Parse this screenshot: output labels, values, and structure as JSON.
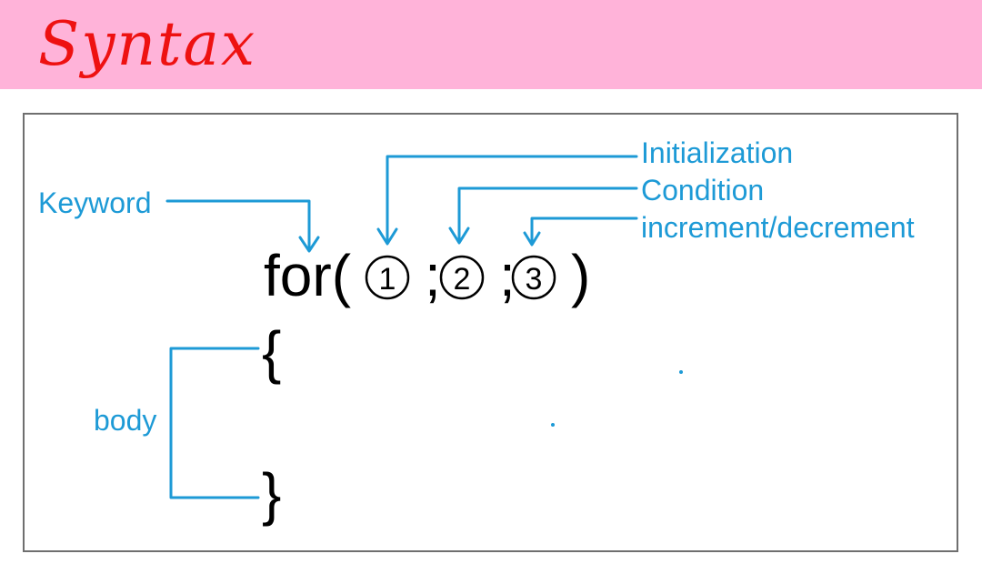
{
  "header": {
    "title": "Syntax"
  },
  "diagram": {
    "labels": {
      "keyword": "Keyword",
      "initialization": "Initialization",
      "condition": "Condition",
      "increment": "increment/decrement",
      "body": "body"
    },
    "code": {
      "for_keyword": "for(",
      "sep1": ";",
      "sep2": ";",
      "close_paren": ")",
      "open_brace": "{",
      "close_brace": "}"
    },
    "markers": [
      "1",
      "2",
      "3"
    ],
    "colors": {
      "header_bg": "#ffb3d9",
      "title": "#ee1111",
      "annotation": "#1d9ad6",
      "code": "#000000",
      "panel_border": "#6f6f6f"
    }
  }
}
